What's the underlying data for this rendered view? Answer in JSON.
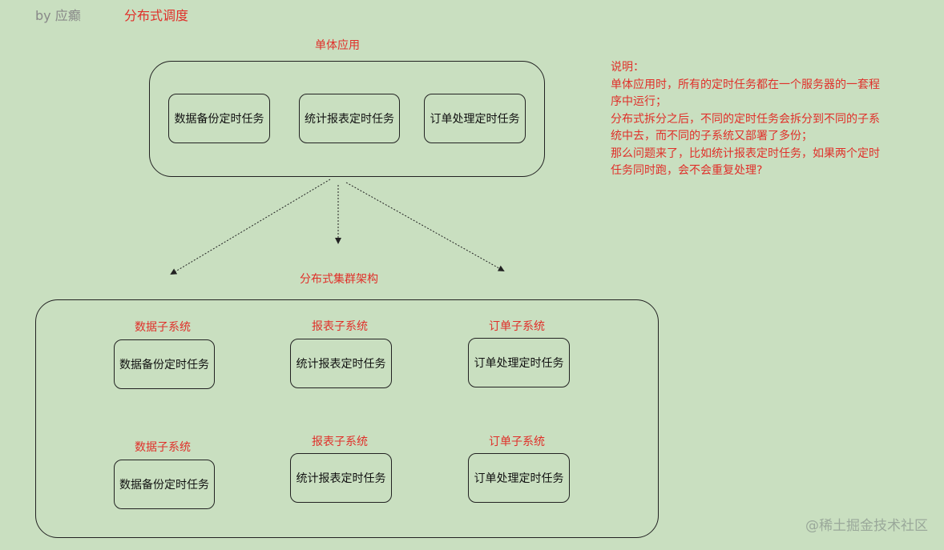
{
  "header": {
    "author": "by 应癫",
    "title": "分布式调度"
  },
  "monolith": {
    "label": "单体应用",
    "tasks": [
      "数据备份定时任务",
      "统计报表定时任务",
      "订单处理定时任务"
    ]
  },
  "distributed": {
    "label": "分布式集群架构",
    "rows": [
      {
        "subsystems": [
          {
            "name": "数据子系统",
            "task": "数据备份定时任务"
          },
          {
            "name": "报表子系统",
            "task": "统计报表定时任务"
          },
          {
            "name": "订单子系统",
            "task": "订单处理定时任务"
          }
        ]
      },
      {
        "subsystems": [
          {
            "name": "数据子系统",
            "task": "数据备份定时任务"
          },
          {
            "name": "报表子系统",
            "task": "统计报表定时任务"
          },
          {
            "name": "订单子系统",
            "task": "订单处理定时任务"
          }
        ]
      }
    ]
  },
  "note": {
    "lines": [
      "说明：",
      "单体应用时，所有的定时任务都在一个服务器的一套程",
      "序中运行；",
      "分布式拆分之后，不同的定时任务会拆分到不同的子系",
      "统中去，而不同的子系统又部署了多份；",
      "那么问题来了，比如统计报表定时任务，如果两个定时",
      "任务同时跑，会不会重复处理?"
    ]
  },
  "watermark": "@稀土掘金技术社区",
  "colors": {
    "background": "#c9dfc0",
    "accent_red": "#e0302a",
    "border": "#222222"
  }
}
